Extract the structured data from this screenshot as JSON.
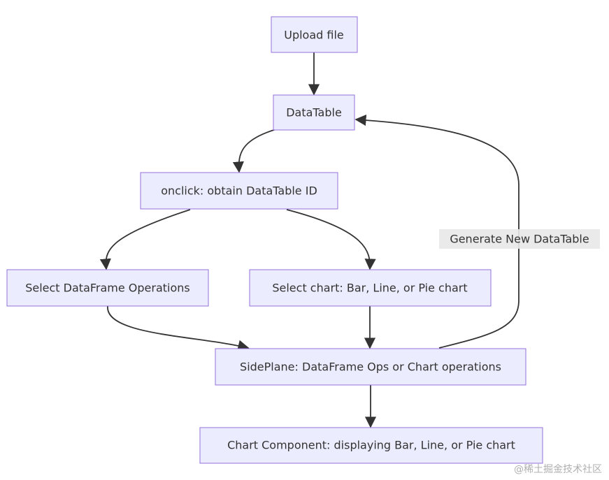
{
  "nodes": {
    "upload": "Upload file",
    "datatable": "DataTable",
    "onclick": "onclick: obtain DataTable ID",
    "select_ops": "Select DataFrame Operations",
    "select_chart": "Select chart: Bar, Line, or Pie chart",
    "sideplane": "SidePlane: DataFrame Ops or Chart operations",
    "chart_component": "Chart Component: displaying Bar, Line, or Pie chart"
  },
  "edge_labels": {
    "generate_new": "Generate New DataTable"
  },
  "watermark": "@稀土掘金技术社区",
  "colors": {
    "node_fill": "#ececff",
    "node_stroke": "#9370db",
    "edge": "#333333",
    "label_bg": "#e8e8e8"
  }
}
